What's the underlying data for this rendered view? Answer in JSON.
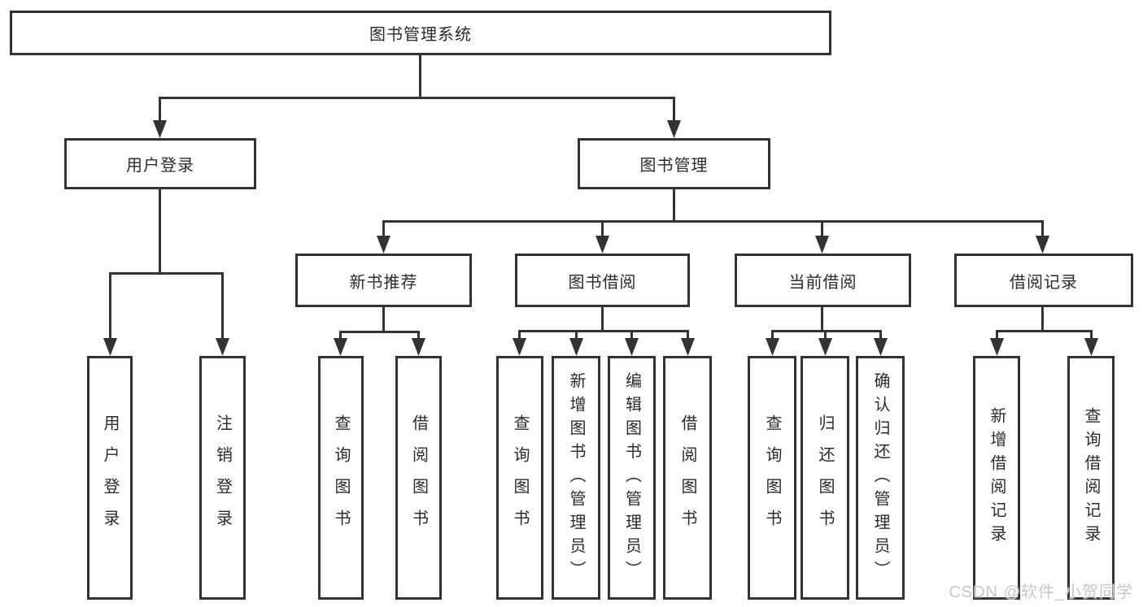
{
  "diagram": {
    "type": "hierarchy-tree",
    "title": "图书管理系统"
  },
  "nodes": {
    "root": {
      "label": "图书管理系统"
    },
    "level2": [
      {
        "label": "用户登录",
        "parent": "图书管理系统"
      },
      {
        "label": "图书管理",
        "parent": "图书管理系统"
      }
    ],
    "level3": [
      {
        "label": "新书推荐",
        "parent": "图书管理"
      },
      {
        "label": "图书借阅",
        "parent": "图书管理"
      },
      {
        "label": "当前借阅",
        "parent": "图书管理"
      },
      {
        "label": "借阅记录",
        "parent": "图书管理"
      }
    ],
    "leaves": [
      {
        "label": "用户登录",
        "parent": "用户登录"
      },
      {
        "label": "注销登录",
        "parent": "用户登录"
      },
      {
        "label": "查询图书",
        "parent": "新书推荐"
      },
      {
        "label": "借阅图书",
        "parent": "新书推荐"
      },
      {
        "label": "查询图书",
        "parent": "图书借阅"
      },
      {
        "label": "新增图书（管理员）",
        "parent": "图书借阅"
      },
      {
        "label": "编辑图书（管理员）",
        "parent": "图书借阅"
      },
      {
        "label": "借阅图书",
        "parent": "图书借阅"
      },
      {
        "label": "查询图书",
        "parent": "当前借阅"
      },
      {
        "label": "归还图书",
        "parent": "当前借阅"
      },
      {
        "label": "确认归还（管理员）",
        "parent": "当前借阅"
      },
      {
        "label": "新增借阅记录",
        "parent": "借阅记录"
      },
      {
        "label": "查询借阅记录",
        "parent": "借阅记录"
      }
    ]
  },
  "watermark": {
    "text": "CSDN @软件_小贺同学",
    "color": "#c8c8c8"
  },
  "colors": {
    "line": "#333333",
    "box_border": "#333333",
    "text": "#2b2b2b",
    "background": "#ffffff"
  }
}
